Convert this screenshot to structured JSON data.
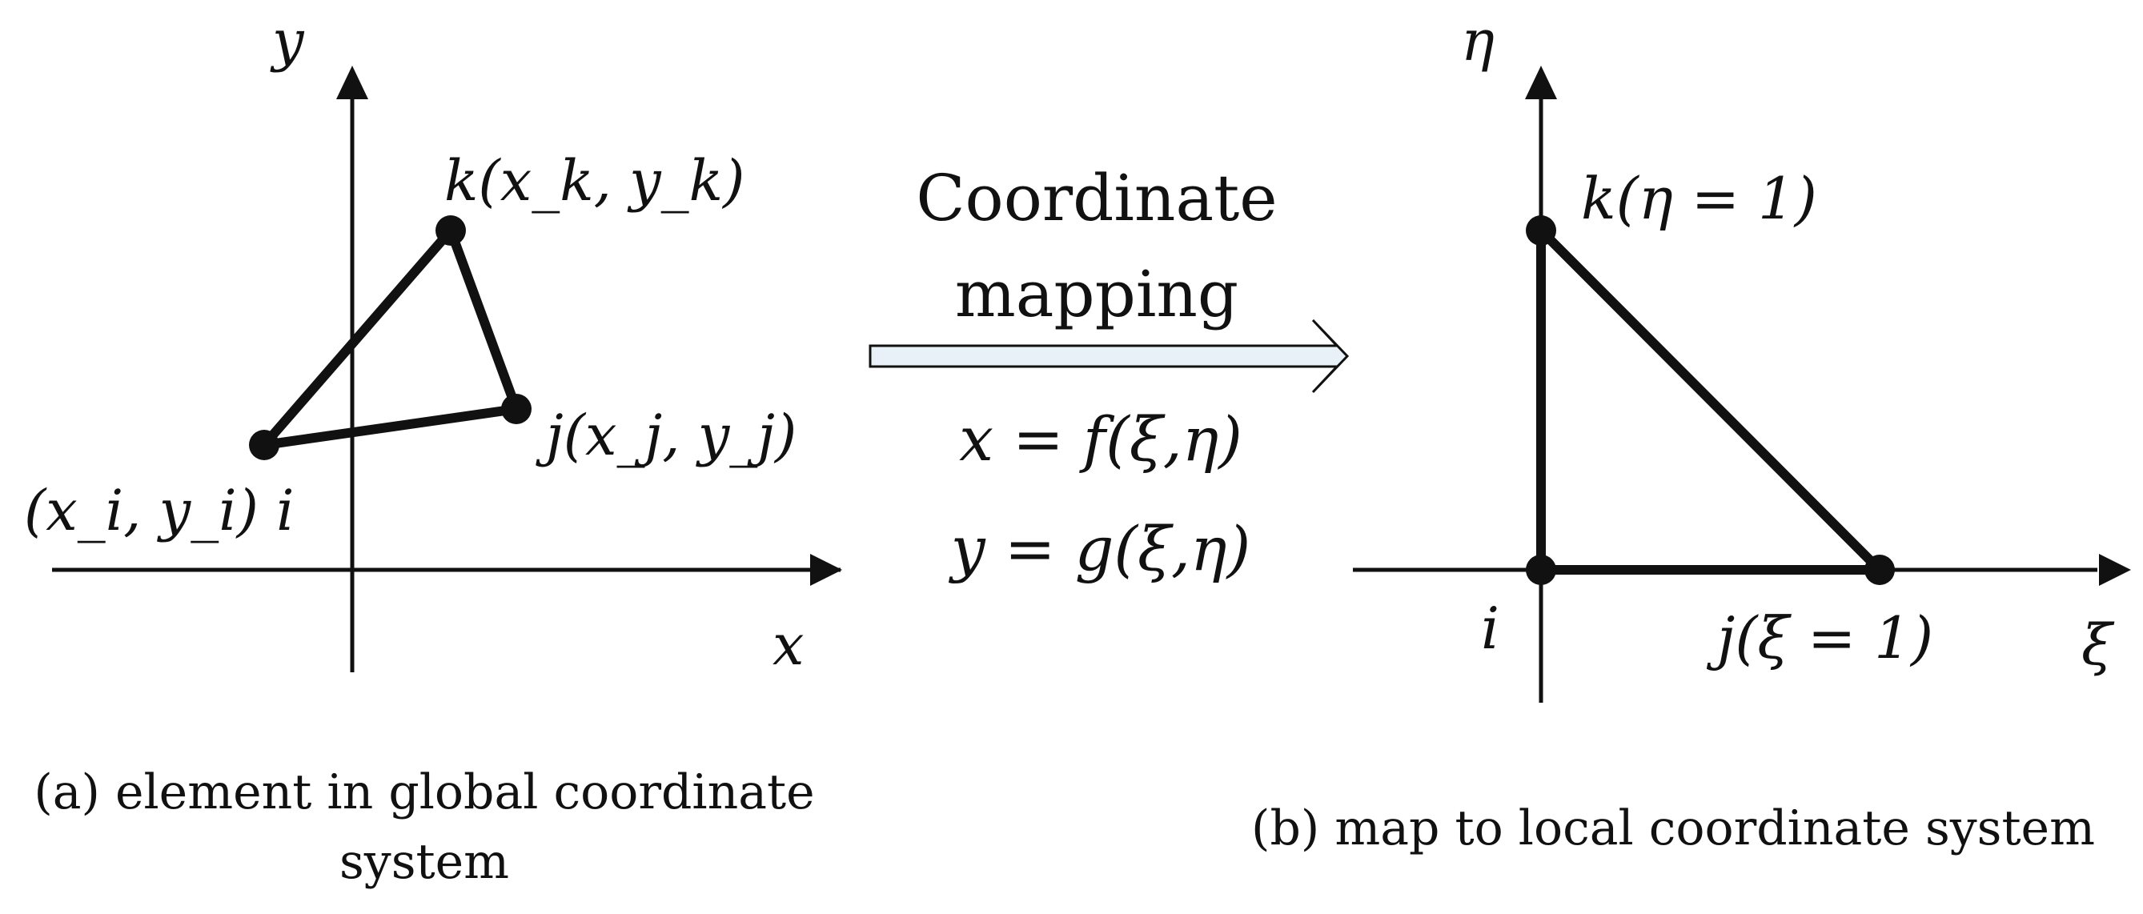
{
  "left_panel": {
    "axis_x": "x",
    "axis_y": "y",
    "node_i_label": "(x_i, y_i) i",
    "node_j_label": "j(x_j, y_j)",
    "node_k_label": "k(x_k, y_k)",
    "caption_line1": "(a) element in global coordinate",
    "caption_line2": "system"
  },
  "middle": {
    "line1": "Coordinate",
    "line2": "mapping",
    "eq1": "x = f(ξ,η)",
    "eq2": "y = g(ξ,η)",
    "arrow_fill": "#e8f1f8"
  },
  "right_panel": {
    "axis_x": "ξ",
    "axis_y": "η",
    "node_i_label": "i",
    "node_j_label": "j(ξ = 1)",
    "node_k_label": "k(η = 1)",
    "caption": "(b) map to local coordinate system"
  }
}
